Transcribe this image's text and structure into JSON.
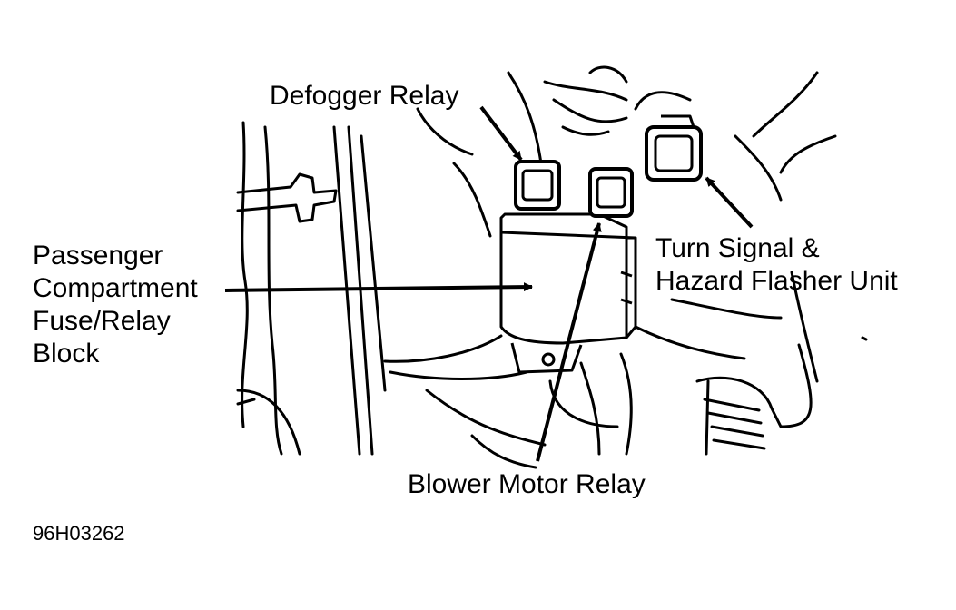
{
  "labels": {
    "defogger_relay": "Defogger Relay",
    "passenger_block": [
      "Passenger",
      "Compartment",
      "Fuse/Relay",
      "Block"
    ],
    "turn_signal": [
      "Turn Signal &",
      "Hazard Flasher Unit"
    ],
    "blower_motor_relay": "Blower Motor Relay"
  },
  "figure_code": "96H03262",
  "colors": {
    "ink": "#000000",
    "paper": "#ffffff"
  }
}
